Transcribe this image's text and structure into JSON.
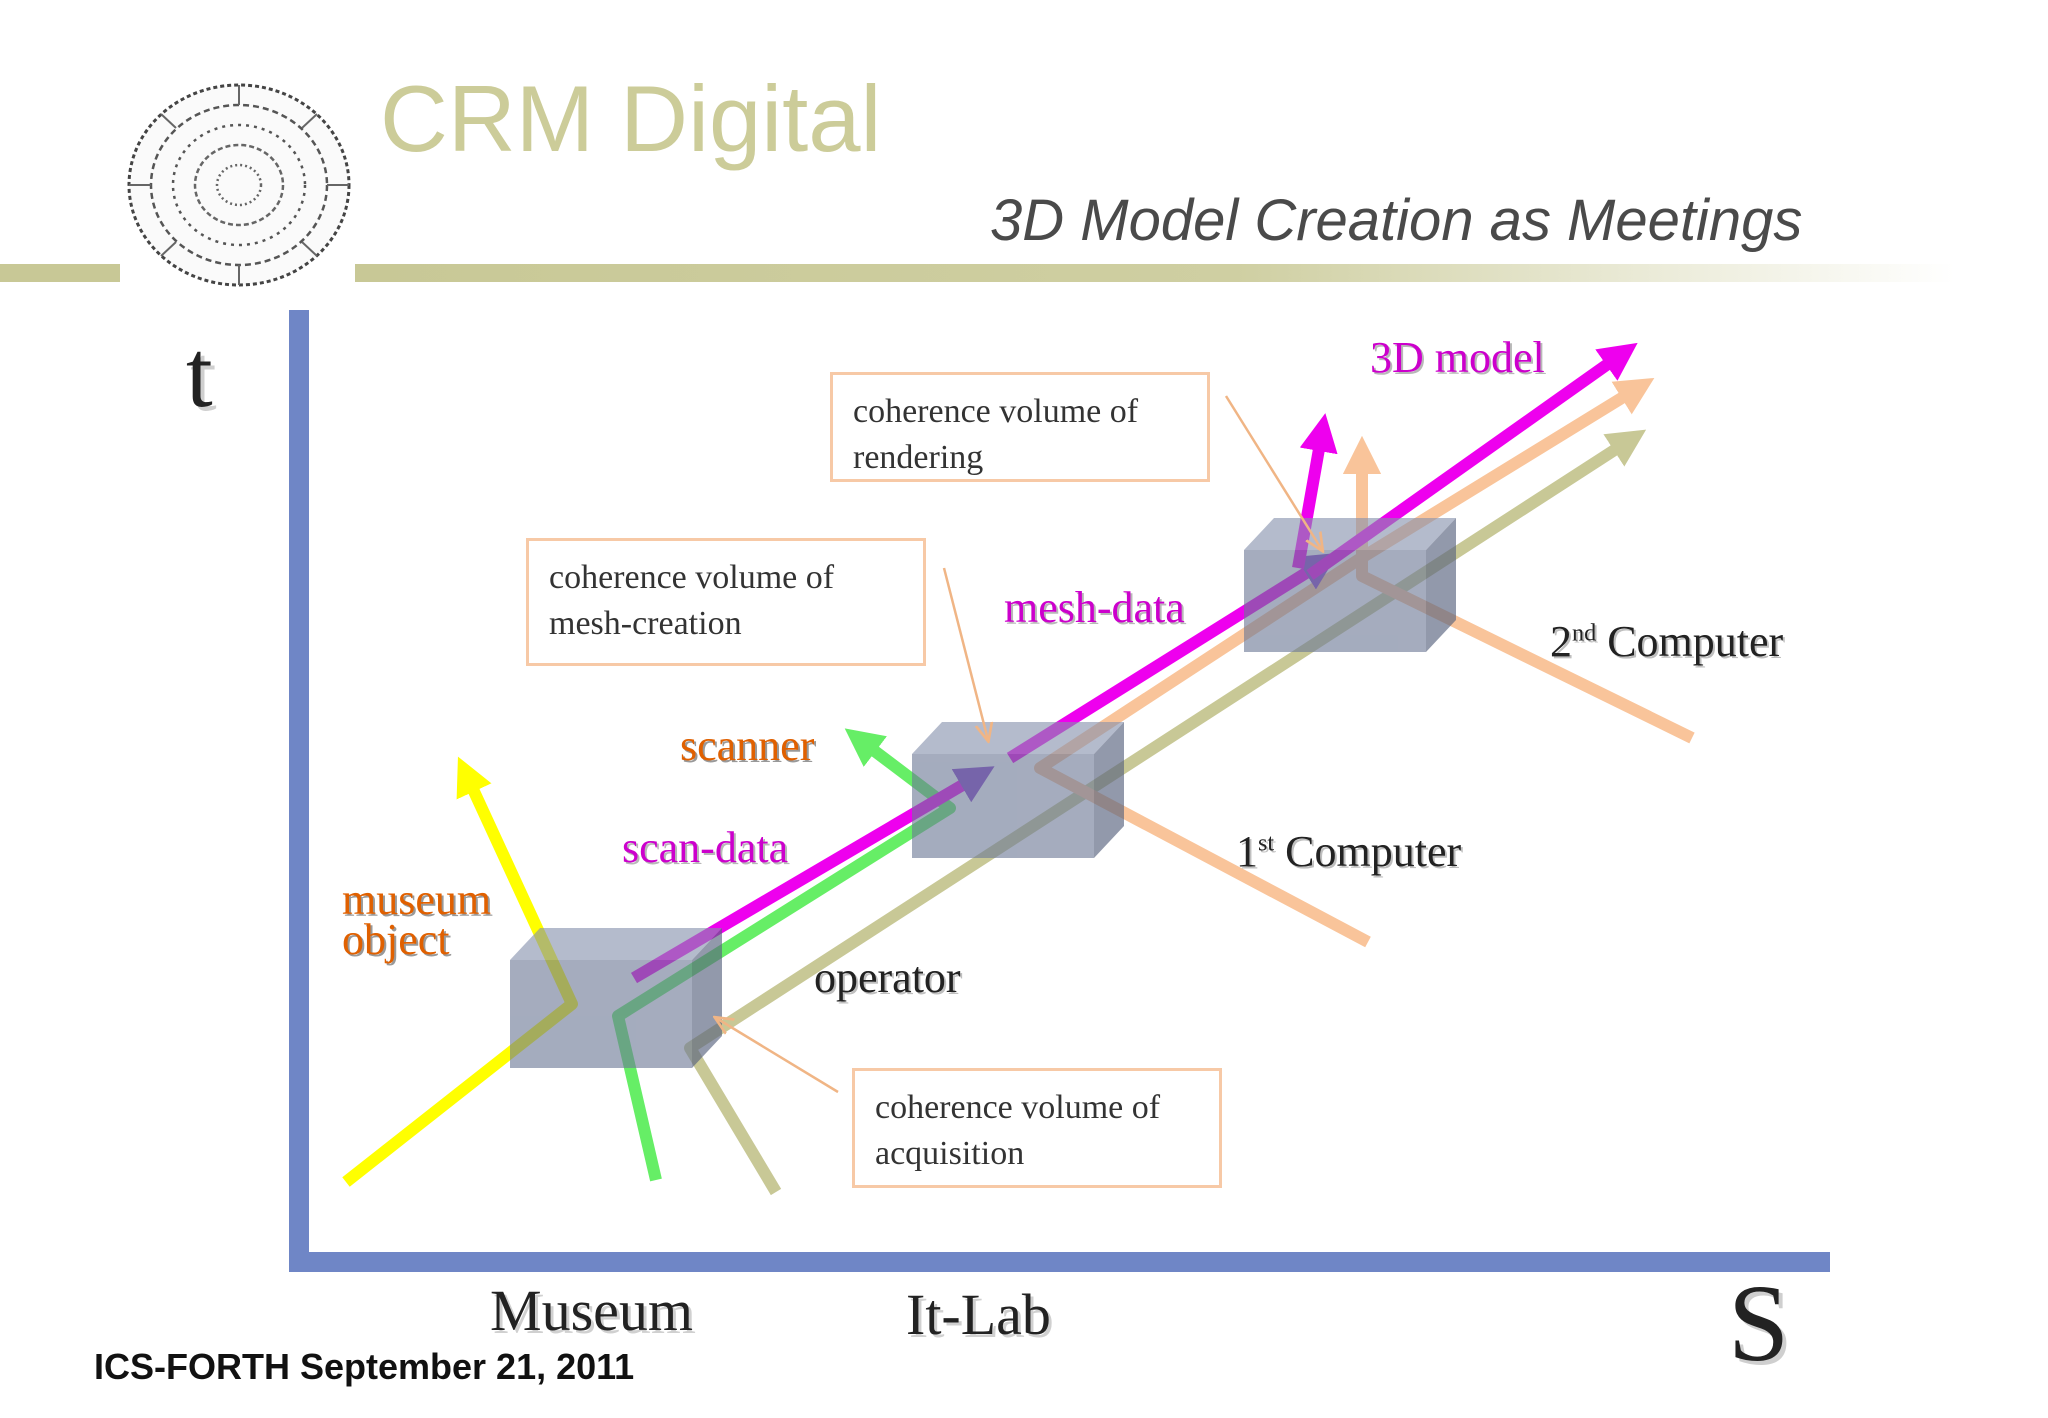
{
  "header": {
    "title": "CRM Digital",
    "subtitle": "3D Model Creation as Meetings",
    "logo_icon": "phaistos-disc-logo"
  },
  "axes": {
    "y_label": "t",
    "x_label": "S",
    "locations": [
      "Museum",
      "It-Lab"
    ]
  },
  "labels": {
    "museum_object_line1": "museum",
    "museum_object_line2": "object",
    "scan_data": "scan-data",
    "scanner": "scanner",
    "mesh_data": "mesh-data",
    "model_3d": "3D model",
    "operator": "operator",
    "first_computer_num": "1",
    "first_computer_sup": "st",
    "first_computer_text": "Computer",
    "second_computer_num": "2",
    "second_computer_sup": "nd",
    "second_computer_text": "Computer"
  },
  "callouts": {
    "rendering": [
      "coherence volume of",
      "rendering"
    ],
    "mesh_creation": [
      "coherence volume of",
      "mesh-creation"
    ],
    "acquisition": [
      "coherence volume of",
      "acquisition"
    ]
  },
  "footer": {
    "text": "ICS-FORTH  September 21, 2011"
  },
  "colors": {
    "title": "#cccc99",
    "axis": "#6f86c6",
    "museum_object": "#ffff00",
    "scanner": "#66ee66",
    "data": "#ee00ee",
    "operator": "#c8c896",
    "computer": "#f9c49a",
    "volume": "#6c7896"
  }
}
